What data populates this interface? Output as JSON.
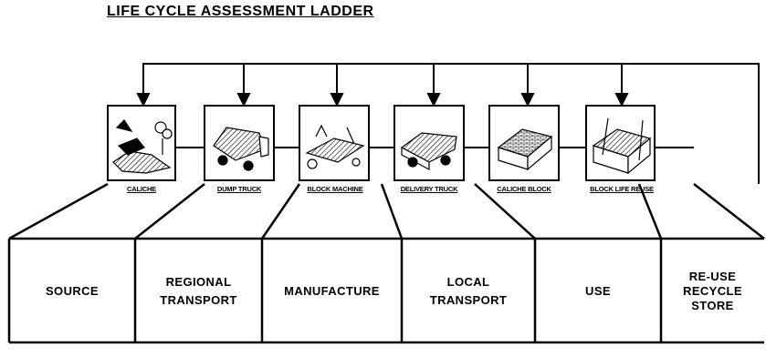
{
  "title": "LIFE CYCLE ASSESSMENT LADDER",
  "items": [
    {
      "caption": "CALICHE",
      "icon": "caliche-quarry-icon"
    },
    {
      "caption": "DUMP TRUCK",
      "icon": "dump-truck-icon"
    },
    {
      "caption": "BLOCK MACHINE",
      "icon": "block-machine-icon"
    },
    {
      "caption": "DELIVERY TRUCK",
      "icon": "delivery-truck-icon"
    },
    {
      "caption": "CALICHE BLOCK",
      "icon": "caliche-block-icon"
    },
    {
      "caption": "BLOCK LIFE REUSE",
      "icon": "block-reuse-icon"
    }
  ],
  "stages": [
    {
      "lines": [
        "SOURCE"
      ]
    },
    {
      "lines": [
        "REGIONAL",
        "TRANSPORT"
      ]
    },
    {
      "lines": [
        "MANUFACTURE"
      ]
    },
    {
      "lines": [
        "LOCAL",
        "TRANSPORT"
      ]
    },
    {
      "lines": [
        "USE"
      ]
    },
    {
      "lines": [
        "RE-USE",
        "RECYCLE",
        "STORE"
      ]
    }
  ]
}
